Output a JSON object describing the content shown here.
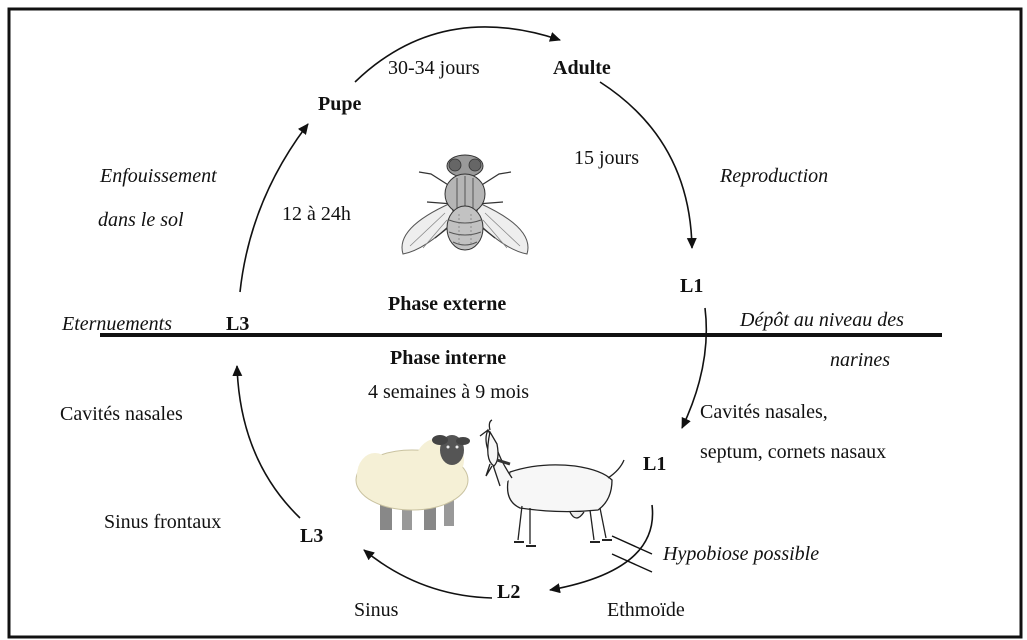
{
  "external_phase": {
    "label": "Phase externe",
    "stages": {
      "pupe": "Pupe",
      "adulte": "Adulte",
      "l1": "L1",
      "l3": "L3"
    },
    "durations": {
      "pupe_to_adulte": "30-34 jours",
      "adulte_to_l1": "15 jours",
      "l3_to_pupe": "12 à 24h"
    },
    "processes": {
      "burial_line1": "Enfouissement",
      "burial_line2": "dans le sol",
      "reproduction": "Reproduction",
      "sneezing": "Eternuements",
      "deposit_line1": "Dépôt au niveau des",
      "deposit_line2": "narines"
    }
  },
  "internal_phase": {
    "label": "Phase interne",
    "duration": "4 semaines à 9 mois",
    "stages": {
      "l1": "L1",
      "l2": "L2",
      "l3": "L3"
    },
    "locations": {
      "nasal_l1_line1": "Cavités nasales,",
      "nasal_l1_line2": "septum, cornets nasaux",
      "ethmoid": "Ethmoïde",
      "sinus": "Sinus",
      "frontal_sinus": "Sinus frontaux",
      "nasal_l3": "Cavités nasales"
    },
    "hypobiosis": "Hypobiose possible"
  },
  "icons": [
    "fly-icon",
    "sheep-icon",
    "goat-icon"
  ]
}
